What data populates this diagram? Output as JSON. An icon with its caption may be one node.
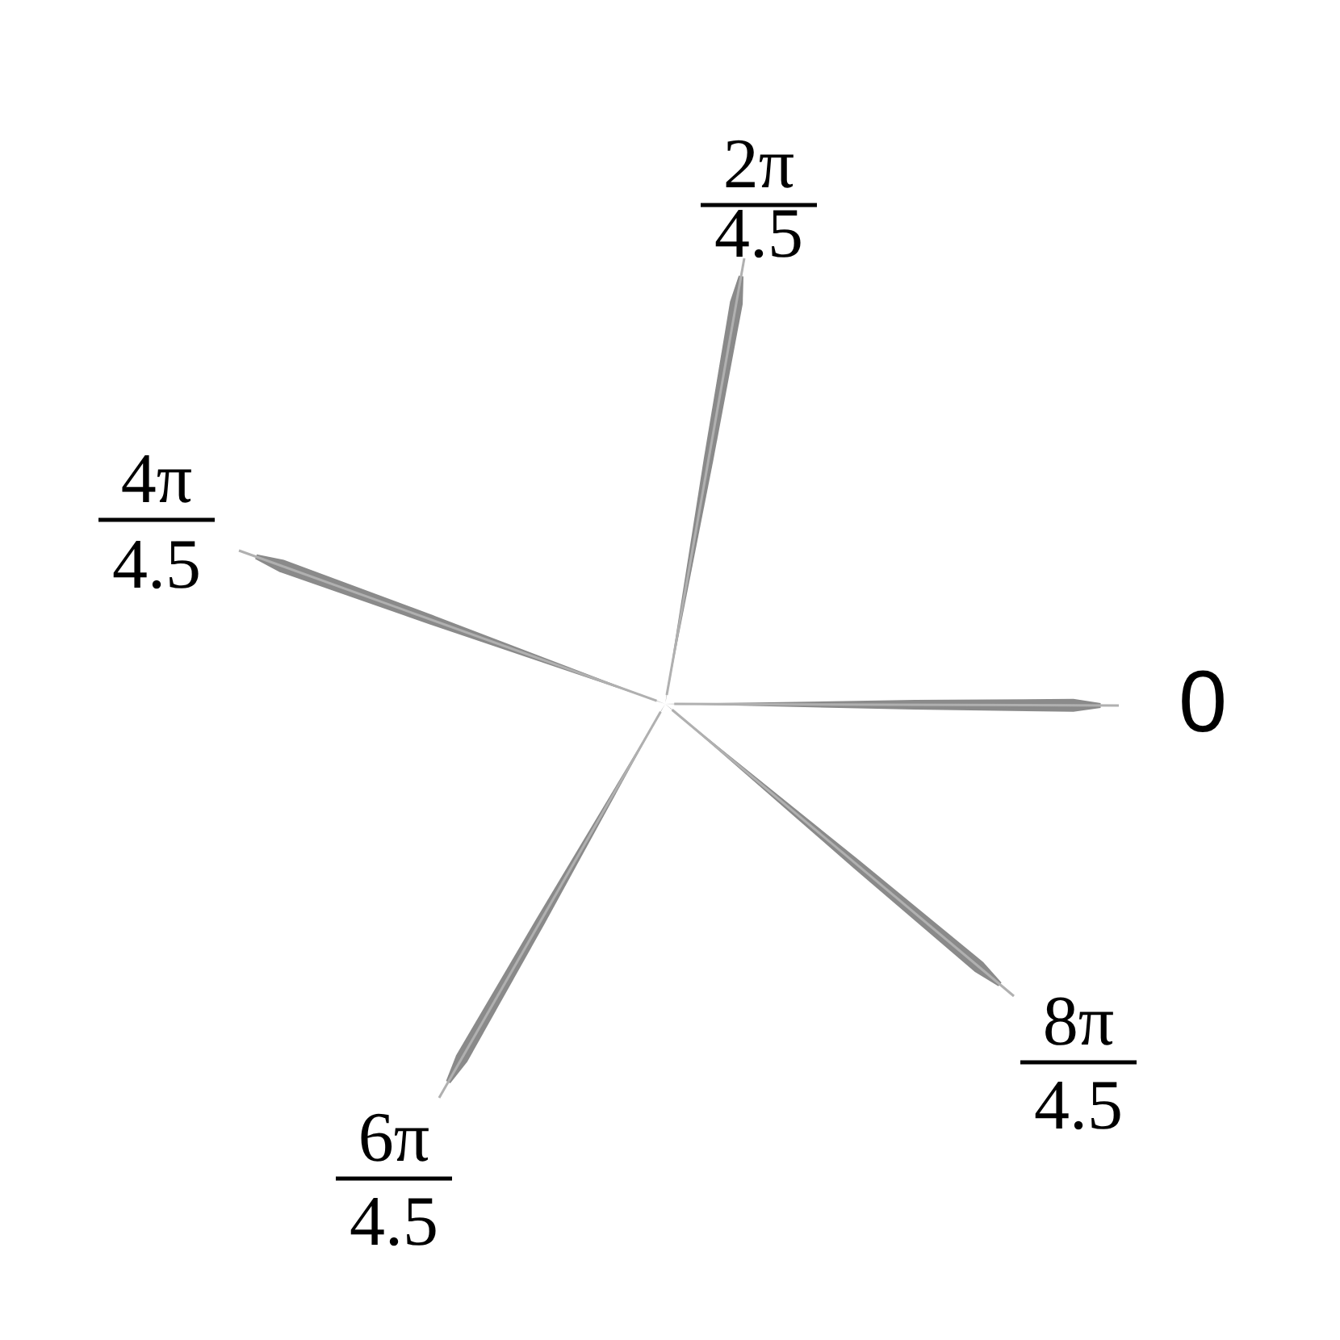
{
  "diagram": {
    "labels": [
      "2π",
      "4.5",
      "4π",
      "4.5",
      "0",
      "8π",
      "4.5",
      "6π",
      "4.5"
    ]
  }
}
